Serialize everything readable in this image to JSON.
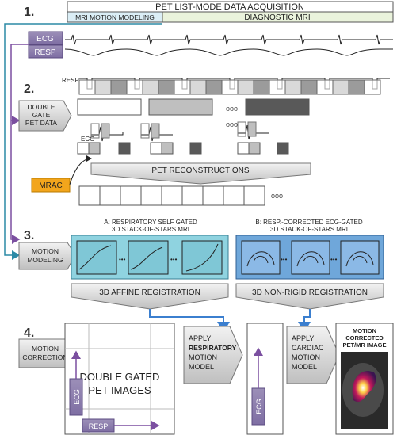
{
  "steps": {
    "s1": "1.",
    "s2": "2.",
    "s3": "3.",
    "s4": "4."
  },
  "header": {
    "title": "PET LIST-MODE DATA ACQUISITION",
    "mri_motion": "MRI MOTION MODELING",
    "diagnostic": "DIAGNOSTIC MRI"
  },
  "signals": {
    "ecg": "ECG",
    "resp": "RESP"
  },
  "gating": {
    "resp_label": "RESP",
    "ecg_label": "ECG",
    "double_gate_line1": "DOUBLE",
    "double_gate_line2": "GATE",
    "double_gate_line3": "PET DATA",
    "ellipsis": "ooo"
  },
  "recon": {
    "label": "PET RECONSTRUCTIONS",
    "mrac": "MRAC",
    "ellipsis": "ooo"
  },
  "mri": {
    "motion_line1": "MOTION",
    "motion_line2": "MODELING",
    "a_line1": "A: RESPIRATORY SELF GATED",
    "a_line2": "3D STACK-OF-STARS MRI",
    "b_line1": "B: RESP.-CORRECTED ECG-GATED",
    "b_line2": "3D STACK-OF-STARS MRI",
    "ellipsis": "•••",
    "affine": "3D AFFINE REGISTRATION",
    "nonrigid": "3D NON-RIGID REGISTRATION"
  },
  "step4": {
    "motion_line1": "MOTION",
    "motion_line2": "CORRECTION",
    "double_line1": "DOUBLE GATED",
    "double_line2": "PET IMAGES",
    "ecg": "ECG",
    "resp": "RESP",
    "apply_resp_1": "APPLY",
    "apply_resp_2": "RESPIRATORY",
    "apply_resp_3": "MOTION",
    "apply_resp_4": "MODEL",
    "apply_card_1": "APPLY",
    "apply_card_2": "CARDIAC",
    "apply_card_3": "MOTION",
    "apply_card_4": "MODEL",
    "final_1": "MOTION",
    "final_2": "CORRECTED",
    "final_3": "PET/MR IMAGE",
    "ecg2": "ECG"
  },
  "colors": {
    "purple": "#7b4fa0",
    "teal": "#2b8aa6",
    "blue_arrow": "#3b7fcf",
    "orange": "#f2a51c",
    "light_blue": "#8fd3e0",
    "med_blue": "#6fa7da",
    "gray_box": "#bfbfbf",
    "dark_box": "#595959",
    "label_fill": "#d9d9d9"
  }
}
